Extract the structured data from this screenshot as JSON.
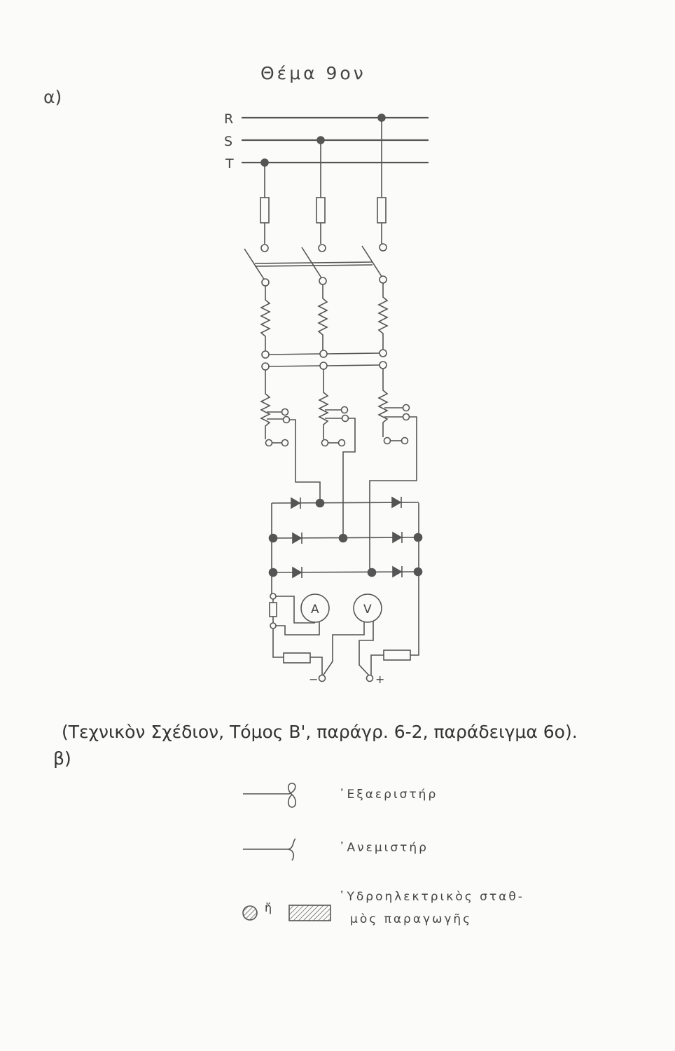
{
  "header": {
    "title": "Θέμα 9ον",
    "part_a": "α)"
  },
  "diagram": {
    "bus_labels": [
      "R",
      "S",
      "T"
    ],
    "ammeter_label": "A",
    "voltmeter_label": "V",
    "minus_label": "−",
    "plus_label": "+"
  },
  "caption": "(Τεχνικὸν Σχέδιον, Τόμος Β', παράγρ. 6-2, παράδειγμα 6ο).",
  "part_b": "β)",
  "legend": {
    "items": [
      {
        "symbol": "exhauster-symbol",
        "label": "᾿Εξαεριστήρ"
      },
      {
        "symbol": "fan-symbol",
        "label": "᾿Ανεμιστήρ"
      },
      {
        "symbol": "hydro-station-symbol",
        "label_line1": "῾Υδροηλεκτρικὸς σταθ-",
        "label_line2": "μὸς παραγωγῆς",
        "or_text": "ἤ"
      }
    ]
  }
}
